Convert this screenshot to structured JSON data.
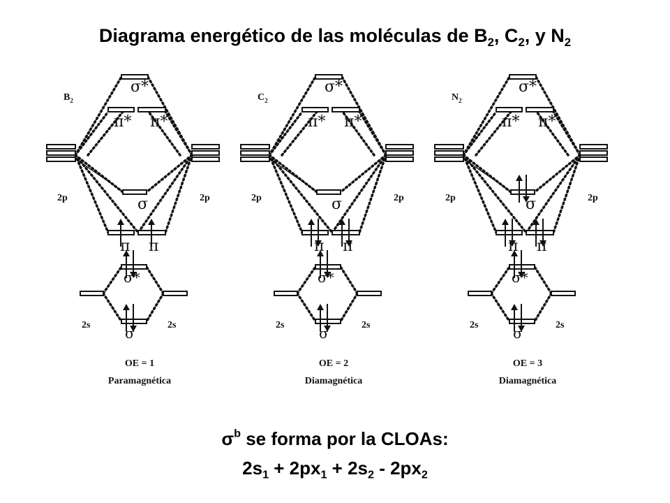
{
  "title": {
    "text": "Diagrama energético de las moléculas de B",
    "sub1": "2",
    "sep1": ", C",
    "sub2": "2",
    "sep2": ", y N",
    "sub3": "2"
  },
  "orbital_labels": {
    "sigma_star": "σ*",
    "pi_star": "π*",
    "sigma": "σ",
    "pi": "π",
    "p_atomic": "2p",
    "s_atomic": "2s"
  },
  "molecules": [
    {
      "symbol": "B",
      "subscript": "2",
      "oe": "OE = 1",
      "magnetism": "Paramagnética",
      "electrons": {
        "sigma_2s": "pair",
        "sigma_star_2s": "pair",
        "pi_2p": "single",
        "sigma_2p": "none"
      }
    },
    {
      "symbol": "C",
      "subscript": "2",
      "oe": "OE = 2",
      "magnetism": "Diamagnética",
      "electrons": {
        "sigma_2s": "pair",
        "sigma_star_2s": "pair",
        "pi_2p": "pair",
        "sigma_2p": "none"
      }
    },
    {
      "symbol": "N",
      "subscript": "2",
      "oe": "OE = 3",
      "magnetism": "Diamagnética",
      "electrons": {
        "sigma_2s": "pair",
        "sigma_star_2s": "pair",
        "pi_2p": "pair",
        "sigma_2p": "pair"
      }
    }
  ],
  "footer": {
    "line1": {
      "sigma": "σ",
      "sup": "b",
      "text": "  se forma por la CLOAs:"
    },
    "line2": [
      {
        "t": "2s",
        "s": "1"
      },
      {
        "t": " + 2px",
        "s": "1"
      },
      {
        "t": " +  2s",
        "s": "2"
      },
      {
        "t": "  -  2px",
        "s": "2"
      }
    ]
  }
}
